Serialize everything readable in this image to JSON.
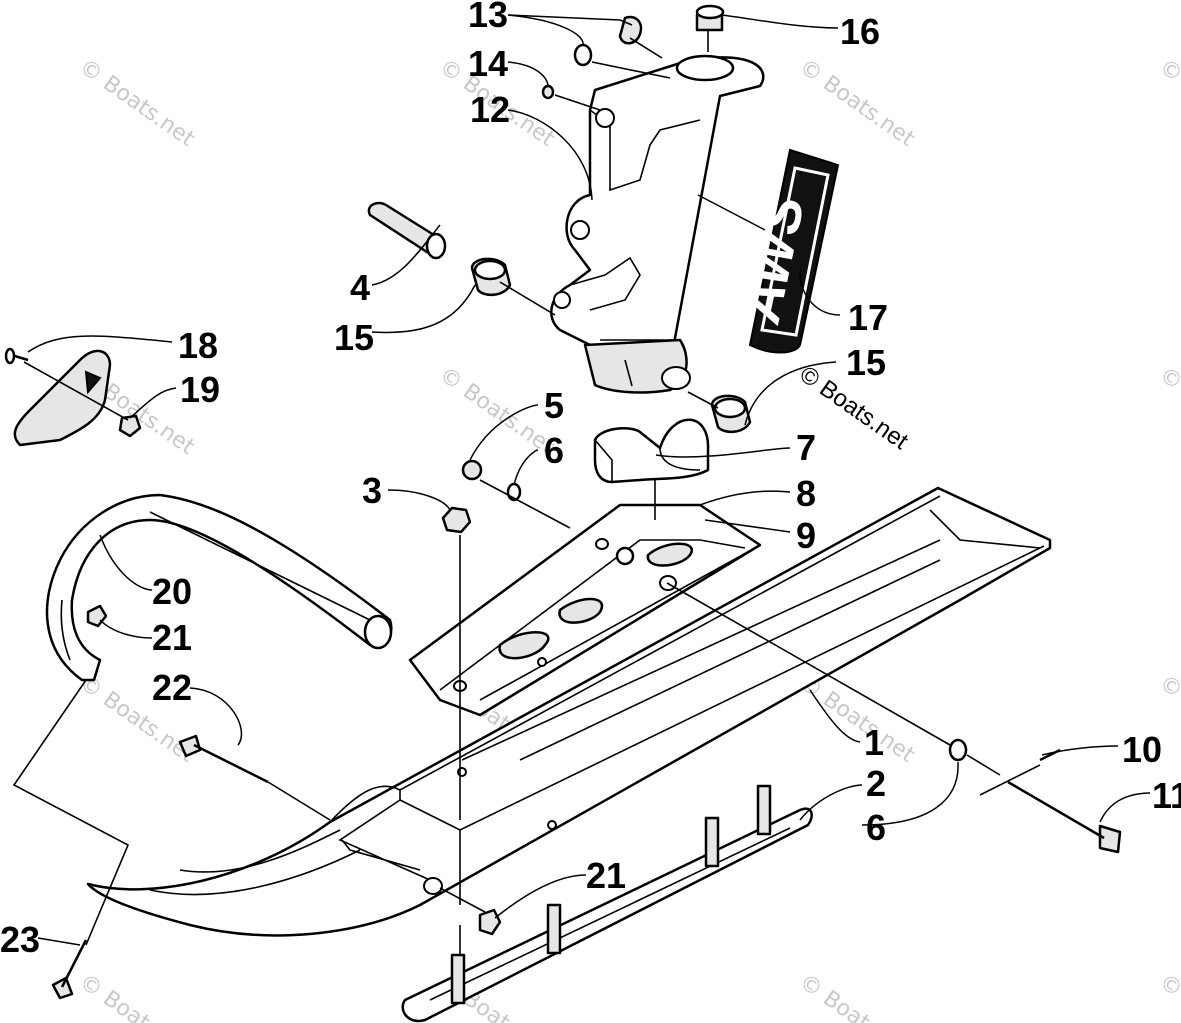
{
  "callouts": [
    {
      "id": "c1",
      "label": "1"
    },
    {
      "id": "c2",
      "label": "2"
    },
    {
      "id": "c3",
      "label": "3"
    },
    {
      "id": "c4",
      "label": "4"
    },
    {
      "id": "c5",
      "label": "5"
    },
    {
      "id": "c6a",
      "label": "6"
    },
    {
      "id": "c6b",
      "label": "6"
    },
    {
      "id": "c7",
      "label": "7"
    },
    {
      "id": "c8",
      "label": "8"
    },
    {
      "id": "c9",
      "label": "9"
    },
    {
      "id": "c10",
      "label": "10"
    },
    {
      "id": "c11",
      "label": "11"
    },
    {
      "id": "c12",
      "label": "12"
    },
    {
      "id": "c13",
      "label": "13"
    },
    {
      "id": "c14",
      "label": "14"
    },
    {
      "id": "c15a",
      "label": "15"
    },
    {
      "id": "c15b",
      "label": "15"
    },
    {
      "id": "c16",
      "label": "16"
    },
    {
      "id": "c17",
      "label": "17"
    },
    {
      "id": "c18",
      "label": "18"
    },
    {
      "id": "c19",
      "label": "19"
    },
    {
      "id": "c20",
      "label": "20"
    },
    {
      "id": "c21a",
      "label": "21"
    },
    {
      "id": "c21b",
      "label": "21"
    },
    {
      "id": "c22",
      "label": "22"
    },
    {
      "id": "c23",
      "label": "23"
    }
  ],
  "decal_text": "AWS",
  "watermark_main": "© Boats.net",
  "watermark_faint": "© Boats.net",
  "colors": {
    "ink": "#000000",
    "watermark": "#c8c8c8",
    "background": "#ffffff"
  }
}
